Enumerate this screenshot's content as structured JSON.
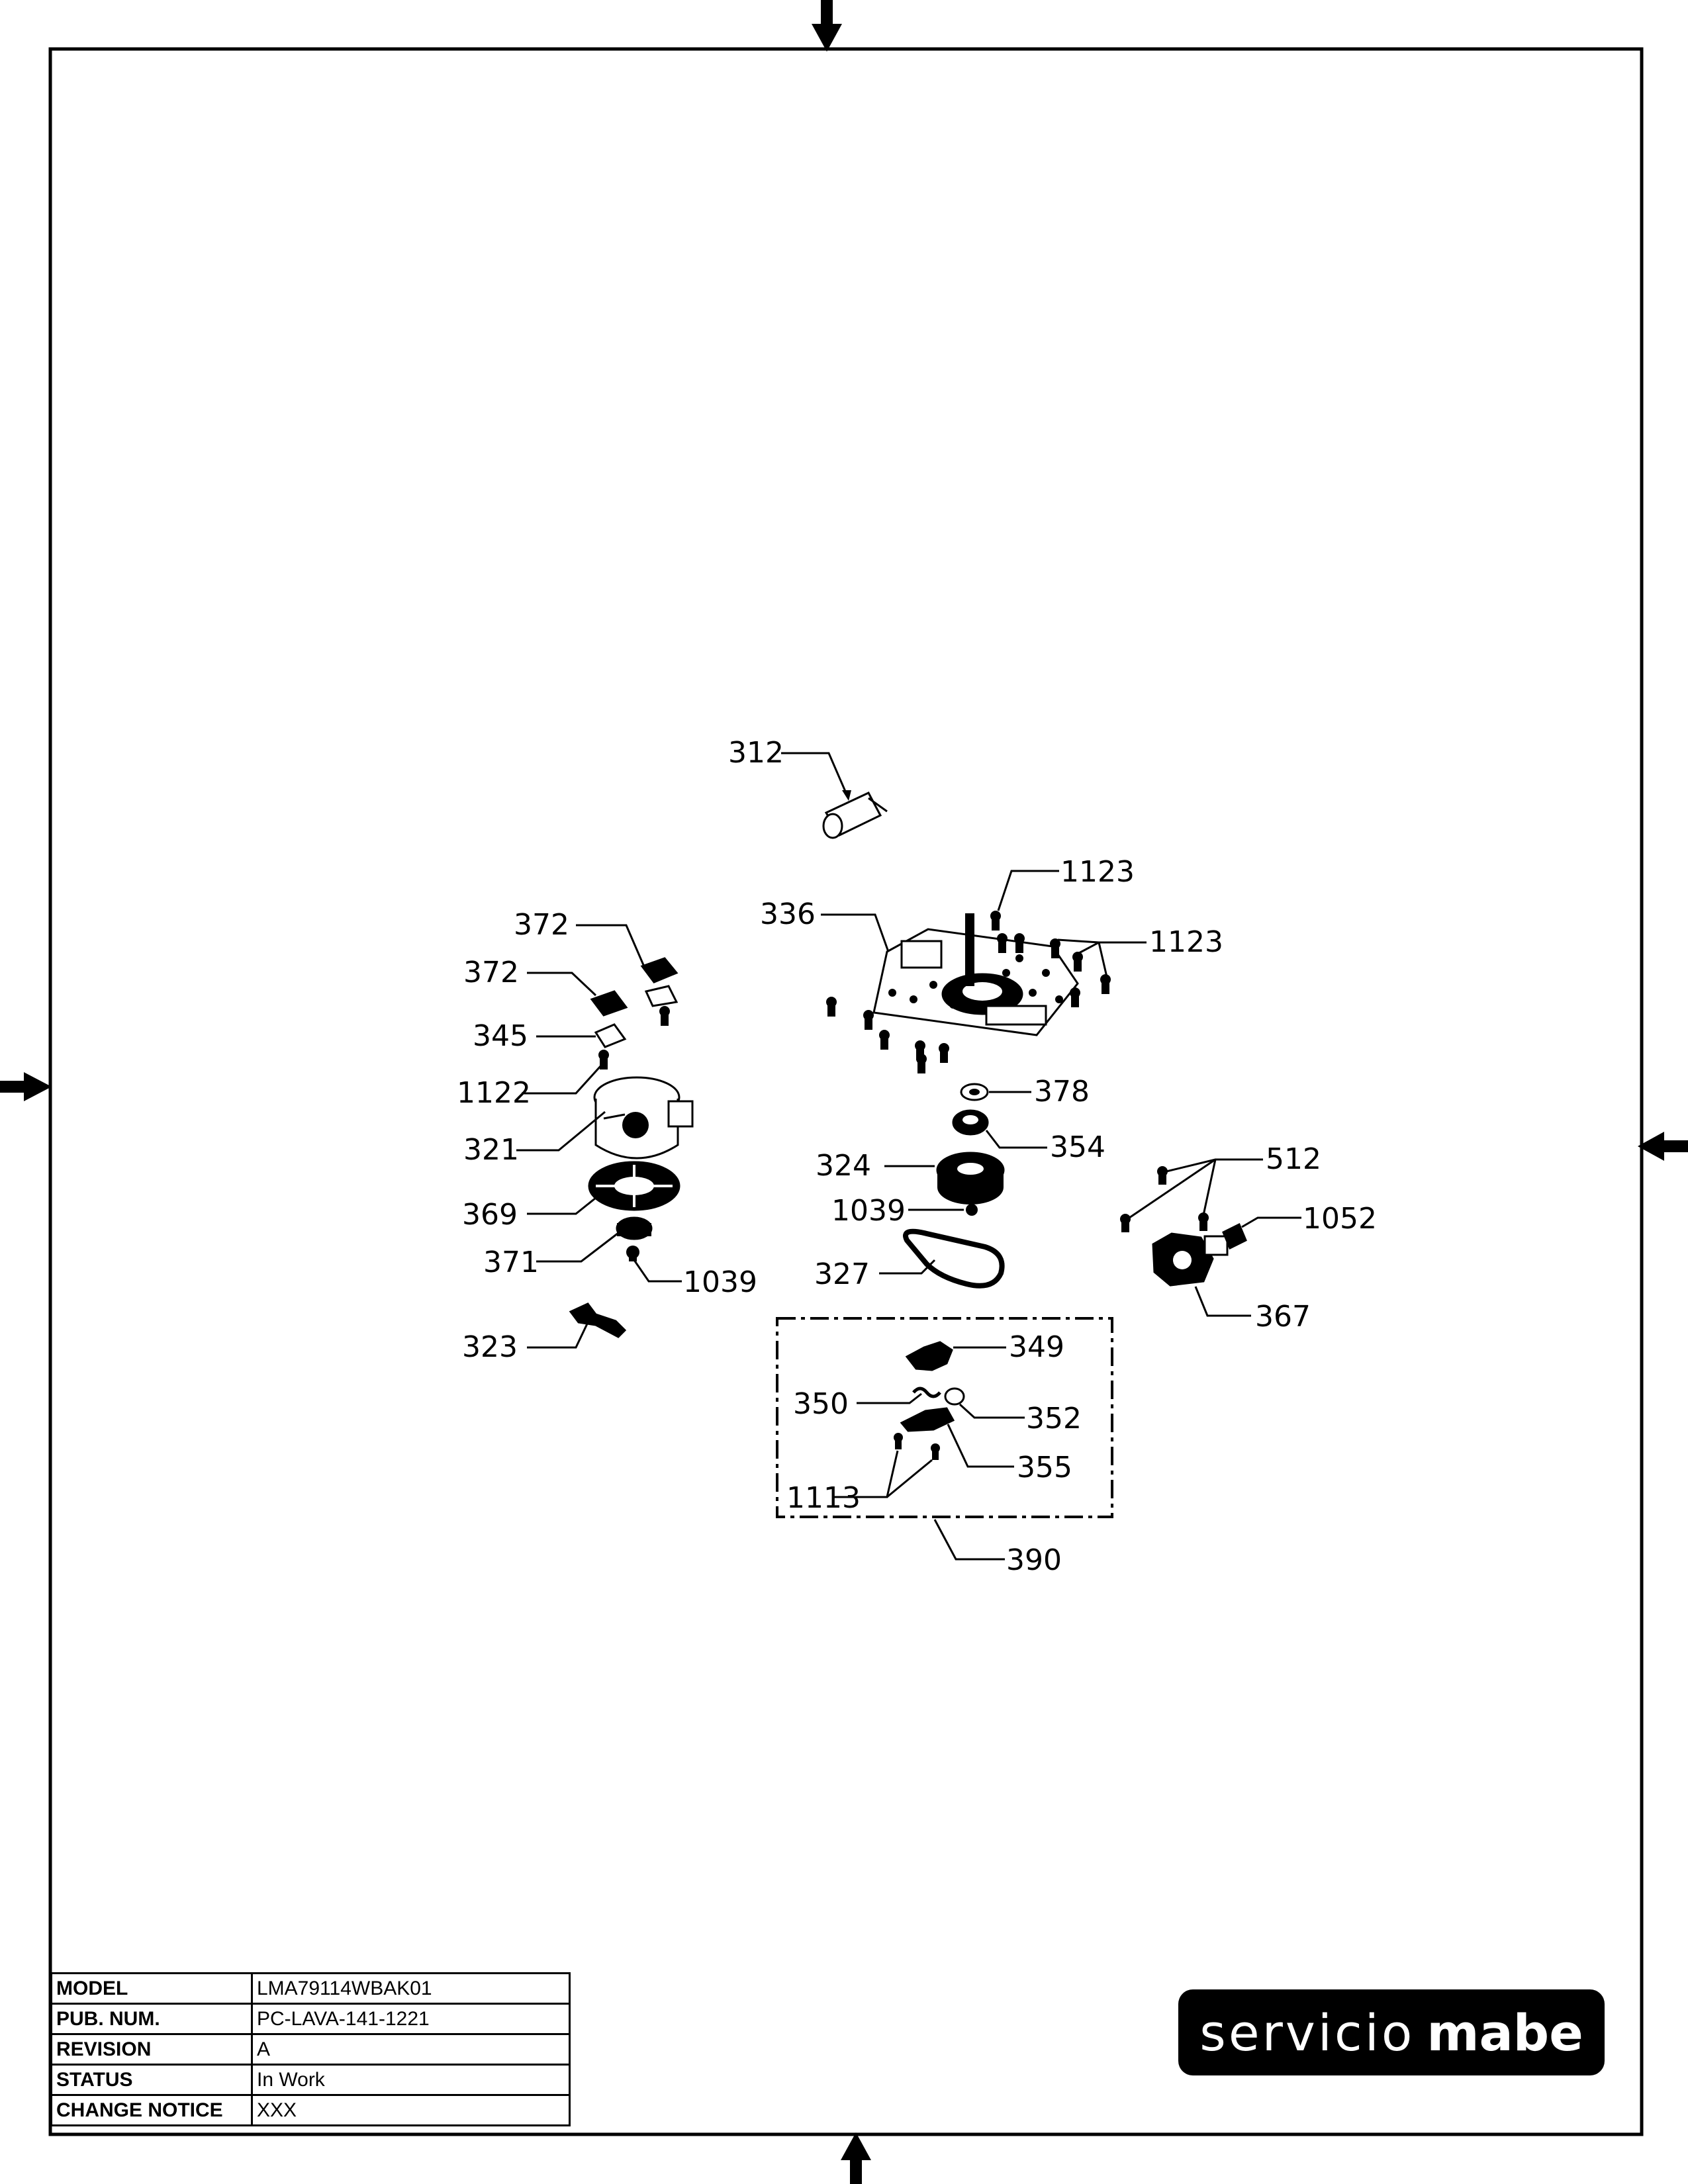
{
  "callouts": {
    "p312": "312",
    "p336": "336",
    "p1123a": "1123",
    "p1123b": "1123",
    "p372a": "372",
    "p372b": "372",
    "p345": "345",
    "p1122": "1122",
    "p321": "321",
    "p369": "369",
    "p371": "371",
    "p1039a": "1039",
    "p323": "323",
    "p378": "378",
    "p354": "354",
    "p324": "324",
    "p1039b": "1039",
    "p327": "327",
    "p512": "512",
    "p1052": "1052",
    "p367": "367",
    "p349": "349",
    "p350": "350",
    "p352": "352",
    "p355": "355",
    "p1113": "1113",
    "p390": "390"
  },
  "title_block": {
    "model_label": "MODEL",
    "model_value": "LMA79114WBAK01",
    "pub_label": "PUB. NUM.",
    "pub_value": "PC-LAVA-141-1221",
    "revision_label": "REVISION",
    "revision_value": "A",
    "status_label": "STATUS",
    "status_value": "In Work",
    "change_label": "CHANGE NOTICE",
    "change_value": "XXX"
  },
  "brand": {
    "light": "servicio",
    "bold": "mabe"
  }
}
